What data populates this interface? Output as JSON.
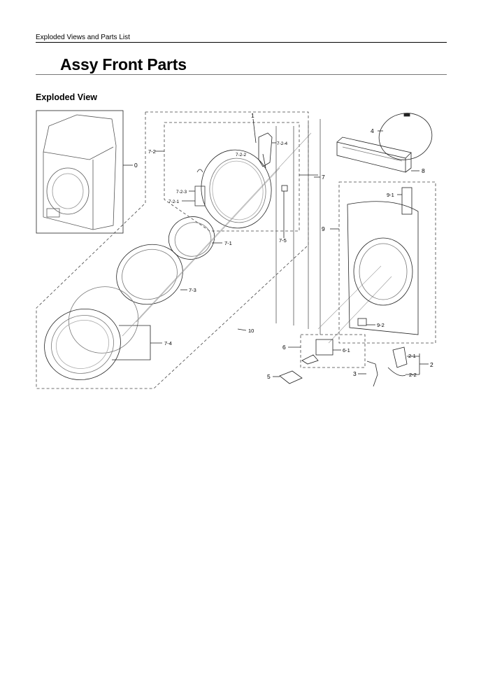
{
  "header": {
    "section": "Exploded Views and Parts List"
  },
  "page": {
    "title": "Assy Front Parts",
    "subtitle": "Exploded View"
  },
  "callouts": {
    "c0": "0",
    "c1": "1",
    "c2": "2",
    "c2_1": "2-1",
    "c2_2": "2-2",
    "c3": "3",
    "c4": "4",
    "c5": "5",
    "c6": "6",
    "c6_1": "6-1",
    "c7": "7",
    "c7_1": "7-1",
    "c7_2": "7-2",
    "c7_2_1": "7-2-1",
    "c7_2_2": "7-2-2",
    "c7_2_3": "7-2-3",
    "c7_2_4": "7-2-4",
    "c7_3": "7-3",
    "c7_4": "7-4",
    "c7_5": "7-5",
    "c8": "8",
    "c9": "9",
    "c9_1": "9-1",
    "c9_2": "9-2",
    "c10": "10"
  }
}
